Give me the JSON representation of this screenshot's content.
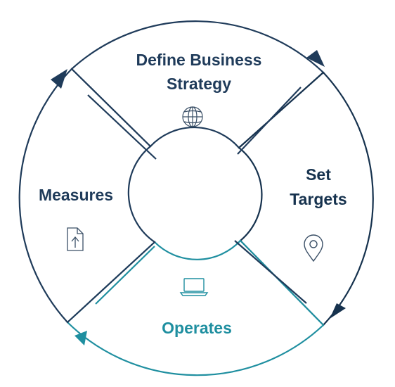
{
  "colors": {
    "navy": "#1f3b5a",
    "teal": "#1f8fa0",
    "arrow_dark": "#16324e"
  },
  "segments": {
    "top": {
      "line1": "Define Business",
      "line2": "Strategy",
      "icon": "globe-icon"
    },
    "right": {
      "line1": "Set",
      "line2": "Targets",
      "icon": "location-pin-icon"
    },
    "bottom": {
      "line1": "Operates",
      "icon": "laptop-icon"
    },
    "left": {
      "line1": "Measures",
      "icon": "document-upload-icon"
    }
  }
}
